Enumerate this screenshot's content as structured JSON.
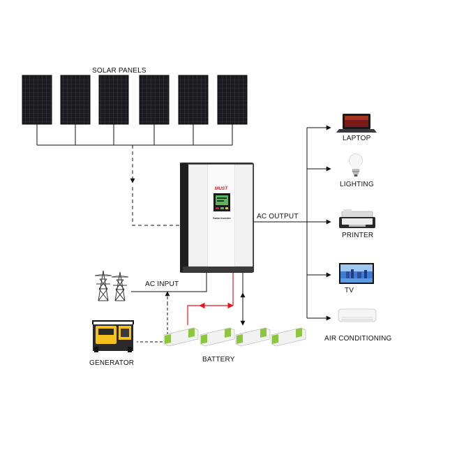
{
  "labels": {
    "solar_panels": "SOLAR PANELS",
    "ac_output": "AC OUTPUT",
    "ac_input": "AC INPUT",
    "generator": "GENERATOR",
    "battery": "BATTERY",
    "laptop": "LAPTOP",
    "lighting": "LIGHTING",
    "printer": "PRINTER",
    "tv": "TV",
    "air_conditioning": "AIR CONDITIONING"
  },
  "inverter": {
    "brand": "MUST",
    "panel_text": "Solar Inverter"
  },
  "colors": {
    "line": "#111111",
    "battery_charge": "#e8141c",
    "panel_cell": "#1b1b1f",
    "inverter_body": "#f4f4f4",
    "inverter_dark": "#2c2c2e",
    "battery_terminal": "#8cc63f",
    "brand_red": "#d6191e"
  },
  "icons": {
    "solar_panel": "solar-panel-icon",
    "inverter": "inverter-icon",
    "transmission_tower": "transmission-tower-icon",
    "generator": "generator-icon",
    "battery": "battery-icon",
    "laptop": "laptop-icon",
    "lighting": "light-bulb-icon",
    "printer": "printer-icon",
    "tv": "tv-icon",
    "air_conditioning": "air-conditioner-icon"
  }
}
